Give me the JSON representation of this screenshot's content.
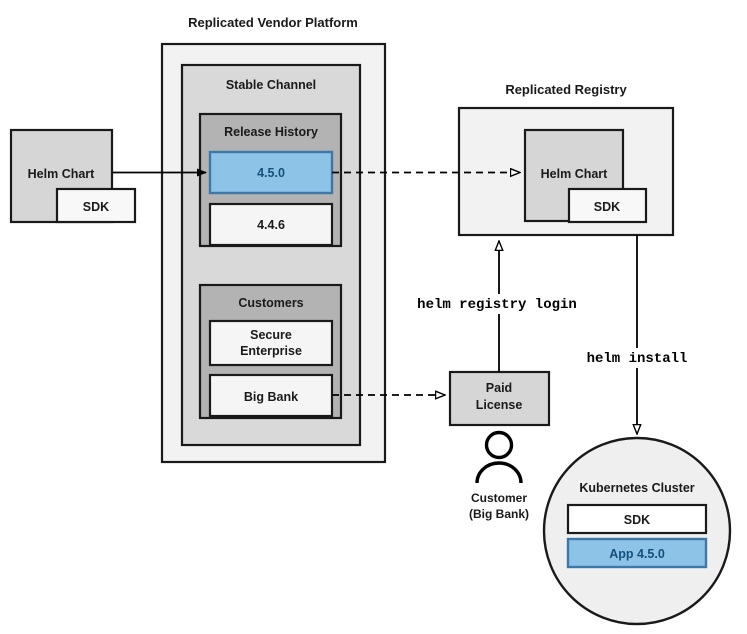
{
  "diagram": {
    "title_platform": "Replicated Vendor Platform",
    "title_registry": "Replicated Registry"
  },
  "source_chart": {
    "name": "Helm Chart",
    "sdk": "SDK"
  },
  "platform": {
    "label": "Replicated Vendor Platform",
    "channel": {
      "label": "Stable Channel",
      "release_history": {
        "label": "Release History",
        "releases": [
          {
            "version": "4.5.0",
            "highlighted": true
          },
          {
            "version": "4.4.6",
            "highlighted": false
          }
        ]
      },
      "customers": {
        "label": "Customers",
        "items": [
          {
            "name_line1": "Secure",
            "name_line2": "Enterprise"
          },
          {
            "name_line1": "Big Bank",
            "name_line2": ""
          }
        ]
      }
    }
  },
  "registry": {
    "label": "Replicated Registry",
    "chart": {
      "name": "Helm Chart",
      "sdk": "SDK"
    }
  },
  "license": {
    "line1": "Paid",
    "line2": "License"
  },
  "customer_actor": {
    "line1": "Customer",
    "line2": "(Big Bank)",
    "icon": "person-icon"
  },
  "commands": {
    "registry_login": "helm registry login",
    "install": "helm install"
  },
  "cluster": {
    "label": "Kubernetes Cluster",
    "components": [
      {
        "name": "SDK",
        "highlighted": false
      },
      {
        "name": "App 4.5.0",
        "highlighted": true
      }
    ]
  },
  "colors": {
    "accent_fill": "#8ec3e8",
    "accent_stroke": "#3d78a8",
    "accent_text": "#13507c",
    "platform_fill": "#f2f2f2",
    "channel_fill": "#d9d9d9",
    "group_fill": "#b3b3b3",
    "box_fill": "#f5f5f5",
    "chart_fill": "#d6d6d6",
    "stroke": "#1a1a1a"
  }
}
